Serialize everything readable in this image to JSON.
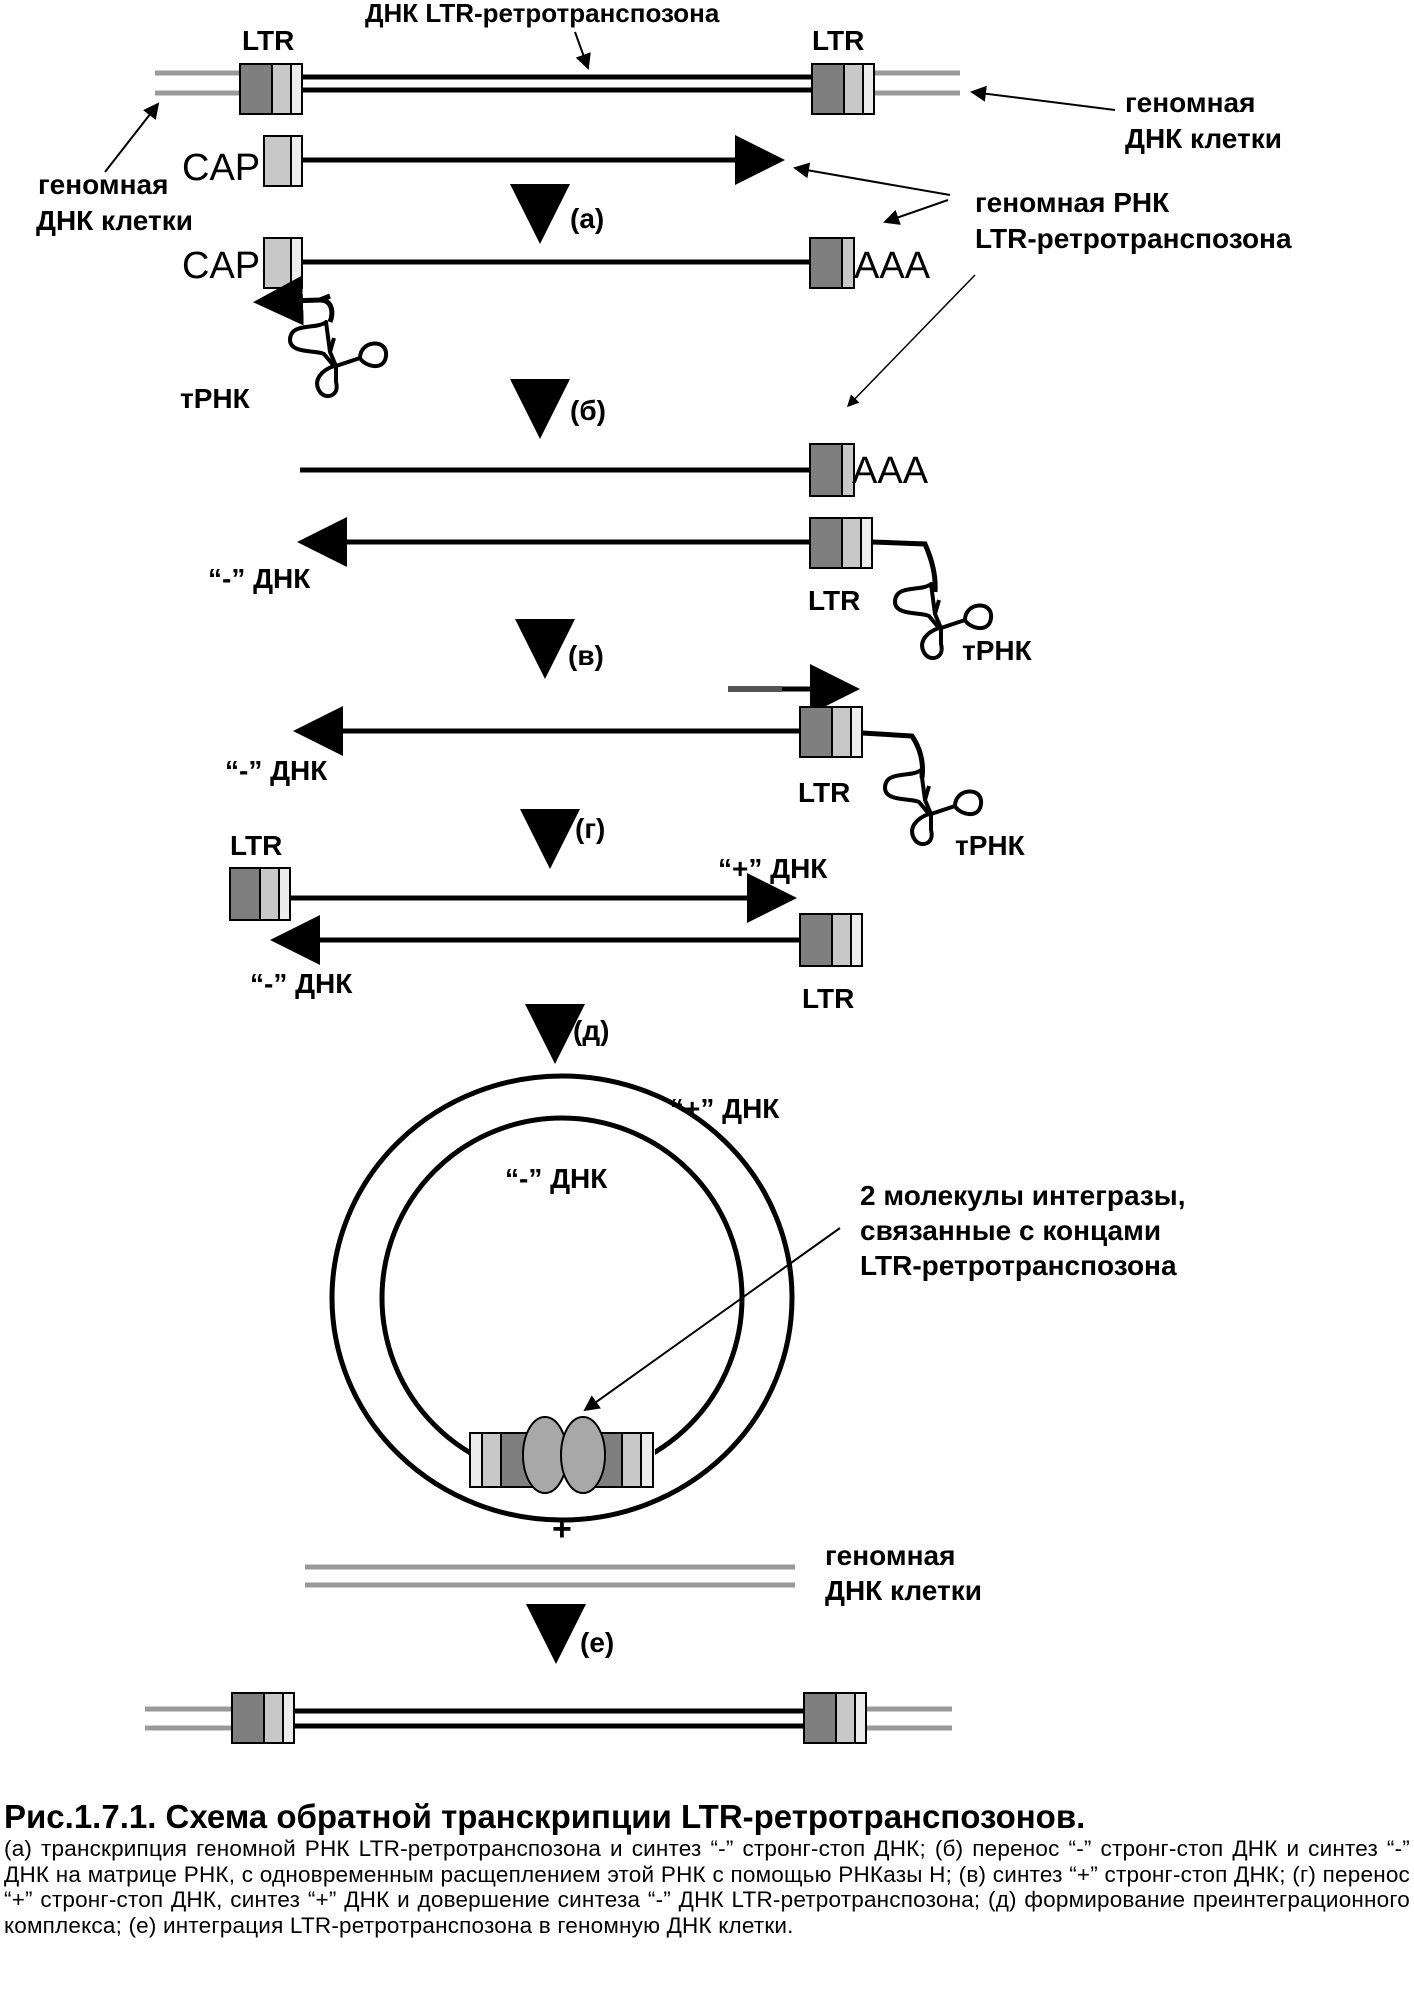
{
  "labels": {
    "ltr_dna_title": "ДНК LTR-ретротранспозона",
    "ltr": "LTR",
    "genomic_dna_l1": "геномная",
    "genomic_dna_l2": "ДНК клетки",
    "cap": "CAP",
    "aaa": "AAA",
    "genomic_rna_l1": "геномная РНК",
    "genomic_rna_l2": "LTR-ретротранспозона",
    "trna": "тРНК",
    "minus_dna": "“-” ДНК",
    "plus_dna": "“+” ДНК",
    "integrase_l1": "2 молекулы интегразы,",
    "integrase_l2": "связанные с концами",
    "integrase_l3": "LTR-ретротранспозона",
    "plus_sign": "+"
  },
  "steps": {
    "a": "(а)",
    "b": "(б)",
    "v": "(в)",
    "g": "(г)",
    "d": "(д)",
    "e": "(е)"
  },
  "caption": {
    "title": "Рис.1.7.1. Схема обратной транскрипции LTR-ретротранспозонов.",
    "body": "(а) транскрипция геномной РНК LTR-ретротранспозона и синтез “-” стронг-стоп ДНК; (б) перенос “-” стронг-стоп ДНК и синтез “-” ДНК на матрице РНК, с одновременным расщеплением этой РНК с помощью РНКазы Н; (в) синтез “+” стронг-стоп ДНК; (г) перенос “+” стронг-стоп ДНК, синтез “+” ДНК и довершение синтеза “-” ДНК LTR-ретротранспозона; (д) формирование преинтеграционного комплекса; (е) интеграция LTR-ретротранспозона в геномную ДНК клетки."
  },
  "colors": {
    "ltr_dark": "#7f7f7f",
    "ltr_mid": "#c8c8c8",
    "ltr_light": "#ececec",
    "genomic_gray": "#9a9a9a",
    "integrase": "#a8a8a8",
    "ink": "#000000"
  }
}
